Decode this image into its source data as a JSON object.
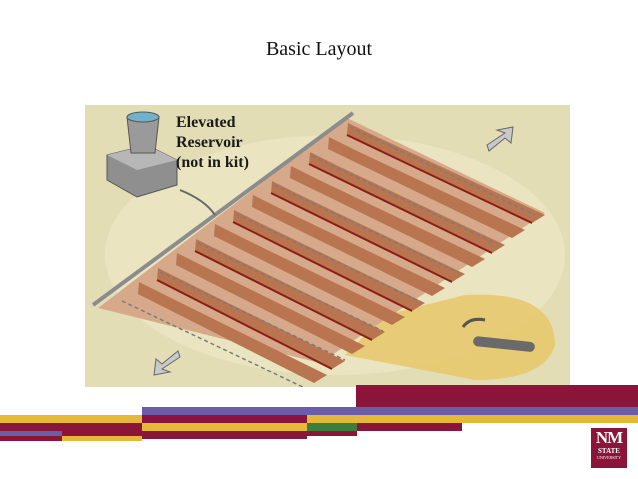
{
  "slide": {
    "title": "Basic Layout"
  },
  "figure": {
    "label_lines": [
      "Elevated",
      "Reservoir",
      "(not in kit)"
    ]
  },
  "logo": {
    "line1": "NM",
    "line2": "STATE",
    "line3": "UNIVERSITY"
  },
  "colors": {
    "maroon": "#8a1538",
    "gold": "#e5b83a",
    "purple": "#6b5ea8",
    "green": "#3f7e3a",
    "figure_bg": "#e3ddb6",
    "strip": "#b06b4a"
  }
}
